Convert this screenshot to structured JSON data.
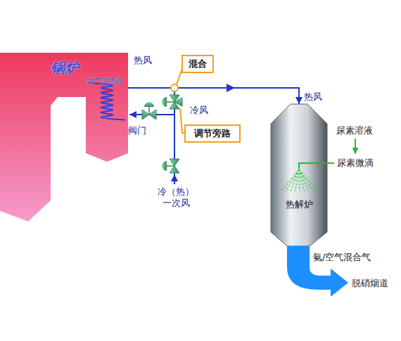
{
  "diagram": {
    "nodes": [
      {
        "text": [
          "锅炉"
        ]
      },
      {
        "text": [
          "烟气加热器"
        ],
        "in": 0
      },
      {
        "text": [
          "混合"
        ]
      },
      {
        "text": [
          "调节旁路"
        ]
      },
      {
        "text": [
          "热解炉"
        ]
      }
    ],
    "edges": [
      {
        "from": 1,
        "to": 4,
        "arrow": "to",
        "label": "热风"
      }
    ],
    "labels": [
      "热风",
      "冷风",
      "阀门",
      "冷（热） 一次风",
      "尿素溶液",
      "尿素微滴",
      "氨/空气混合气",
      "脱硝烟道"
    ]
  }
}
